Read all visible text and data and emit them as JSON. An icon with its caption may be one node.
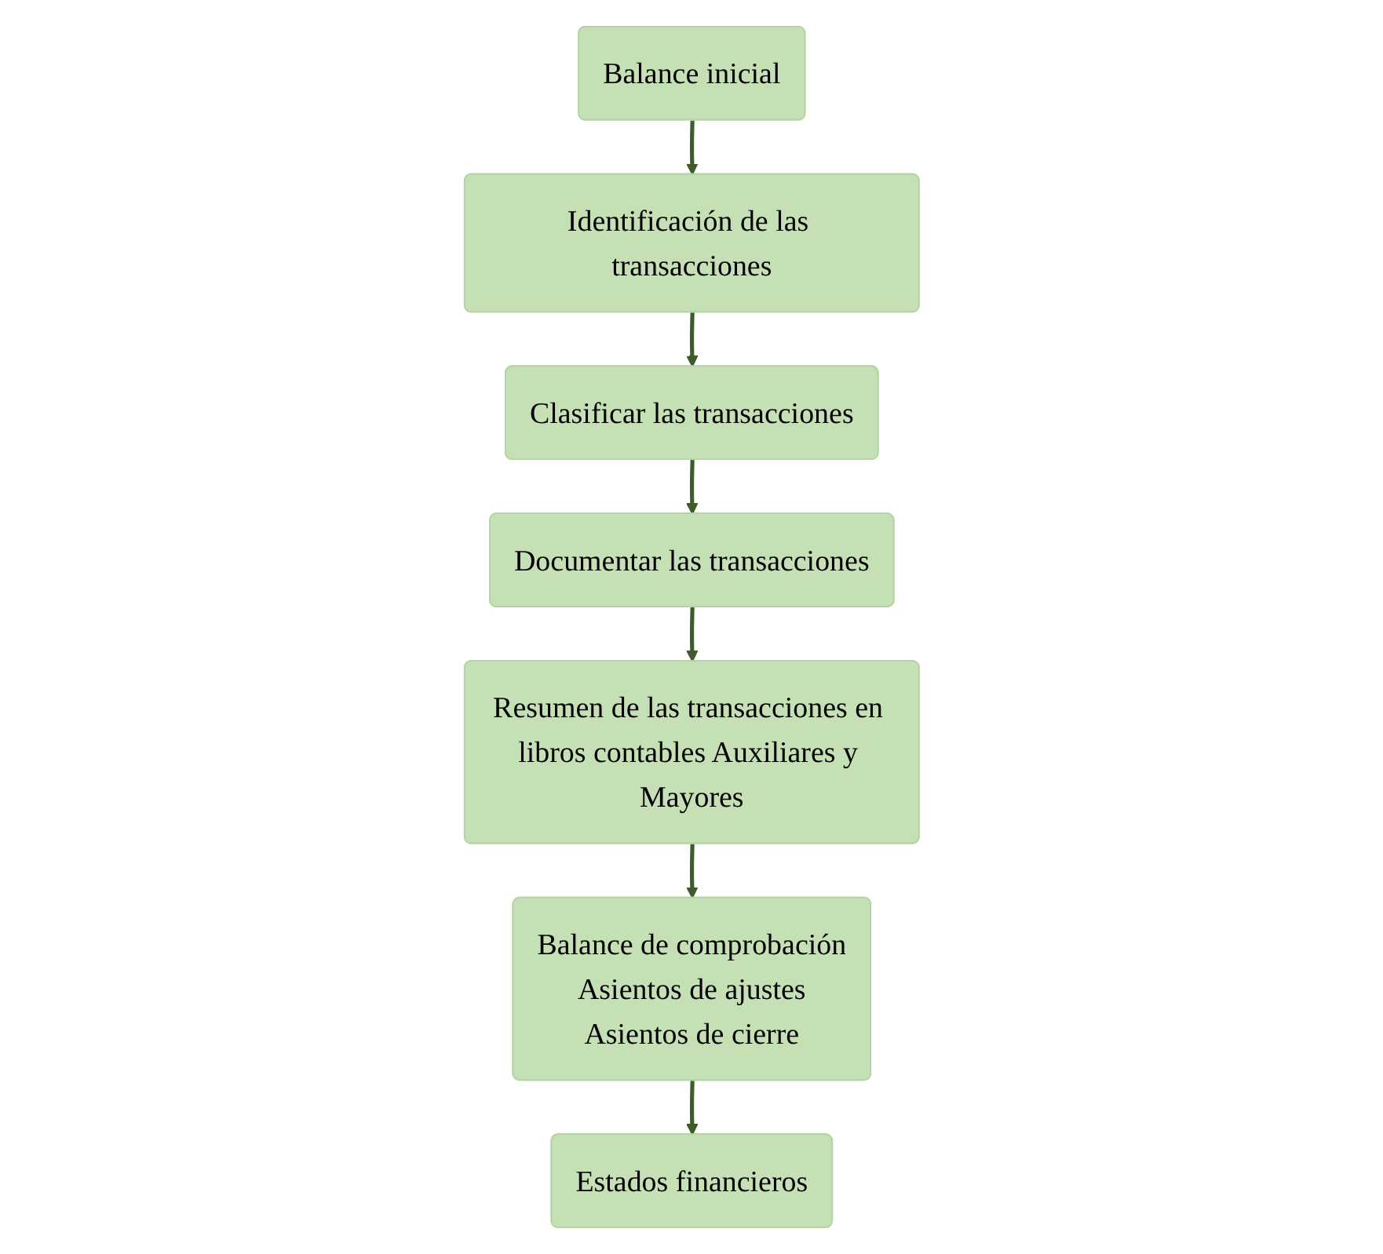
{
  "diagram": {
    "nodes": [
      {
        "text": [
          "Balance inicial"
        ]
      },
      {
        "text": [
          "Identificación de las transacciones"
        ]
      },
      {
        "text": [
          "Clasificar las transacciones"
        ]
      },
      {
        "text": [
          "Documentar las transacciones"
        ]
      },
      {
        "text": [
          "Resumen de las transacciones en libros contables Auxiliares y Mayores"
        ]
      },
      {
        "text": [
          "Balance de comprobación",
          "Asientos de ajustes",
          "Asientos de cierre"
        ]
      },
      {
        "text": [
          "Estados financieros"
        ]
      }
    ],
    "edges": [
      {
        "from": 0,
        "to": 1,
        "arrow": "to"
      },
      {
        "from": 1,
        "to": 2,
        "arrow": "to"
      },
      {
        "from": 2,
        "to": 3,
        "arrow": "to"
      },
      {
        "from": 3,
        "to": 4,
        "arrow": "to"
      },
      {
        "from": 4,
        "to": 5,
        "arrow": "to"
      },
      {
        "from": 5,
        "to": 6,
        "arrow": "to"
      }
    ]
  }
}
